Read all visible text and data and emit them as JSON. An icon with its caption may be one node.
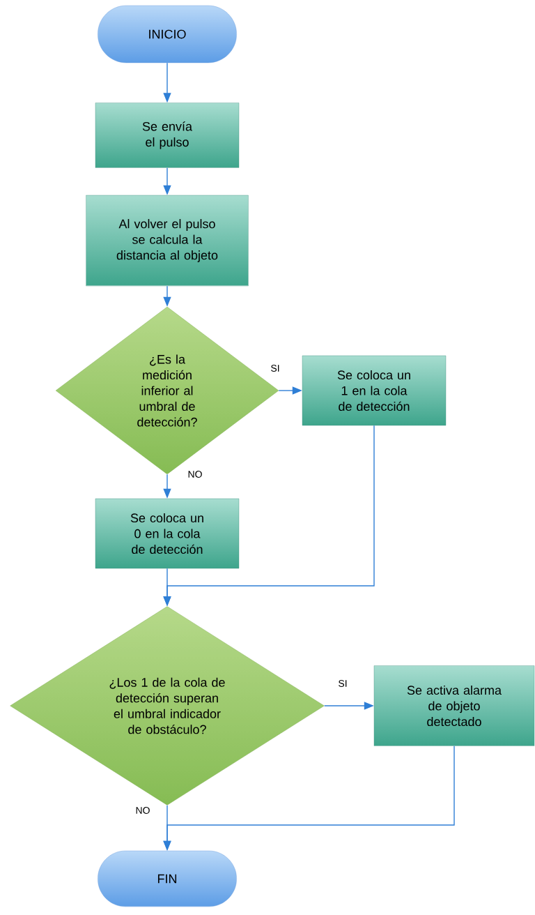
{
  "diagram": {
    "nodes": [
      {
        "text": [
          "INICIO"
        ]
      },
      {
        "text": [
          "Se envía el pulso"
        ]
      },
      {
        "text": [
          "Al volver el pulso se calcula la distancia al objeto"
        ]
      },
      {
        "text": [
          "¿Es la medición inferior al umbral de detección?"
        ]
      },
      {
        "text": [
          "Se coloca un 1 en la cola de detección"
        ]
      },
      {
        "text": [
          "Se coloca un 0 en la cola de detección"
        ]
      },
      {
        "text": [
          "¿Los 1 de la cola de detección superan el umbral indicador de obstáculo?"
        ]
      },
      {
        "text": [
          "Se activa alarma de objeto detectado"
        ]
      },
      {
        "text": [
          "FIN"
        ]
      }
    ],
    "edges": [
      {
        "from": 0,
        "to": 1,
        "arrow": "to"
      },
      {
        "from": 1,
        "to": 2,
        "arrow": "to"
      },
      {
        "from": 2,
        "to": 3,
        "arrow": "to"
      },
      {
        "from": 3,
        "to": 4,
        "arrow": "to",
        "label": "SI"
      },
      {
        "from": 3,
        "to": 5,
        "arrow": "to",
        "label": "NO"
      },
      {
        "from": 5,
        "to": 6,
        "arrow": "to"
      },
      {
        "from": 4,
        "to": 6,
        "arrow": "to"
      },
      {
        "from": 6,
        "to": 7,
        "arrow": "to",
        "label": "SI"
      },
      {
        "from": 6,
        "to": 8,
        "arrow": "to",
        "label": "NO"
      },
      {
        "from": 7,
        "to": 8,
        "arrow": "to"
      }
    ]
  }
}
